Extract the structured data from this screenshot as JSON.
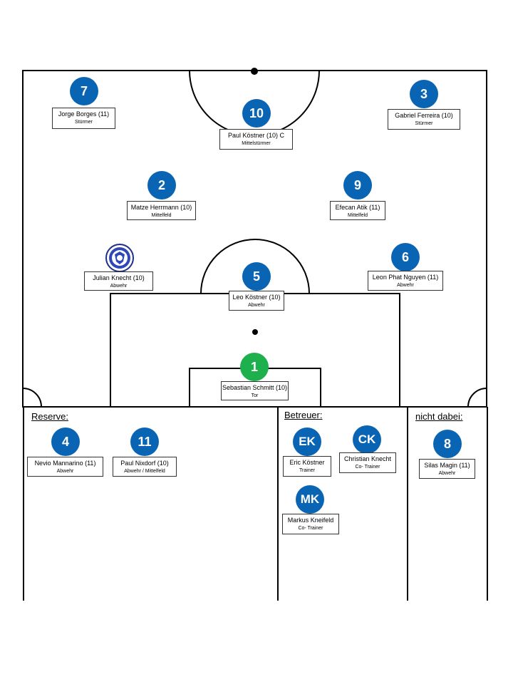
{
  "colors": {
    "circle_blue": "#0a64b4",
    "keeper_green": "#1db04c",
    "line": "#000000"
  },
  "sections": {
    "reserve": "Reserve:",
    "betreuer": "Betreuer:",
    "nicht_dabei": "nicht dabei:"
  },
  "lineup": [
    {
      "number": "7",
      "name": "Jorge Borges (11)",
      "role": "Stürmer"
    },
    {
      "number": "10",
      "name": "Paul Köstner (10) C",
      "role": "Mittelstürmer"
    },
    {
      "number": "3",
      "name": "Gabriel Ferreira (10)",
      "role": "Stürmer"
    },
    {
      "number": "2",
      "name": "Matze Herrmann (10)",
      "role": "Mittelfeld"
    },
    {
      "number": "9",
      "name": "Efecan Atik (11)",
      "role": "Mittelfeld"
    },
    {
      "number": "",
      "name": "Julian Knecht (10)",
      "role": "Abwehr",
      "icon": "club-logo-icon"
    },
    {
      "number": "5",
      "name": "Leo Köstner (10)",
      "role": "Abwehr"
    },
    {
      "number": "6",
      "name": "Leon Phat Nguyen (11)",
      "role": "Abwehr"
    },
    {
      "number": "1",
      "name": "Sebastian Schmitt (10)",
      "role": "Tor",
      "color": "green"
    }
  ],
  "reserve": [
    {
      "number": "4",
      "name": "Nevio Mannarino (11)",
      "role": "Abwehr"
    },
    {
      "number": "11",
      "name": "Paul Nixdorf (10)",
      "role": "Abwehr / Mittelfeld"
    }
  ],
  "staff": [
    {
      "initials": "EK",
      "name": "Eric Köstner",
      "role": "Trainer"
    },
    {
      "initials": "CK",
      "name": "Christian Knecht",
      "role": "Co- Trainer"
    },
    {
      "initials": "MK",
      "name": "Markus Kneifeld",
      "role": "Co- Trainer"
    }
  ],
  "absent": [
    {
      "number": "8",
      "name": "Silas Magin (11)",
      "role": "Abwehr"
    }
  ]
}
